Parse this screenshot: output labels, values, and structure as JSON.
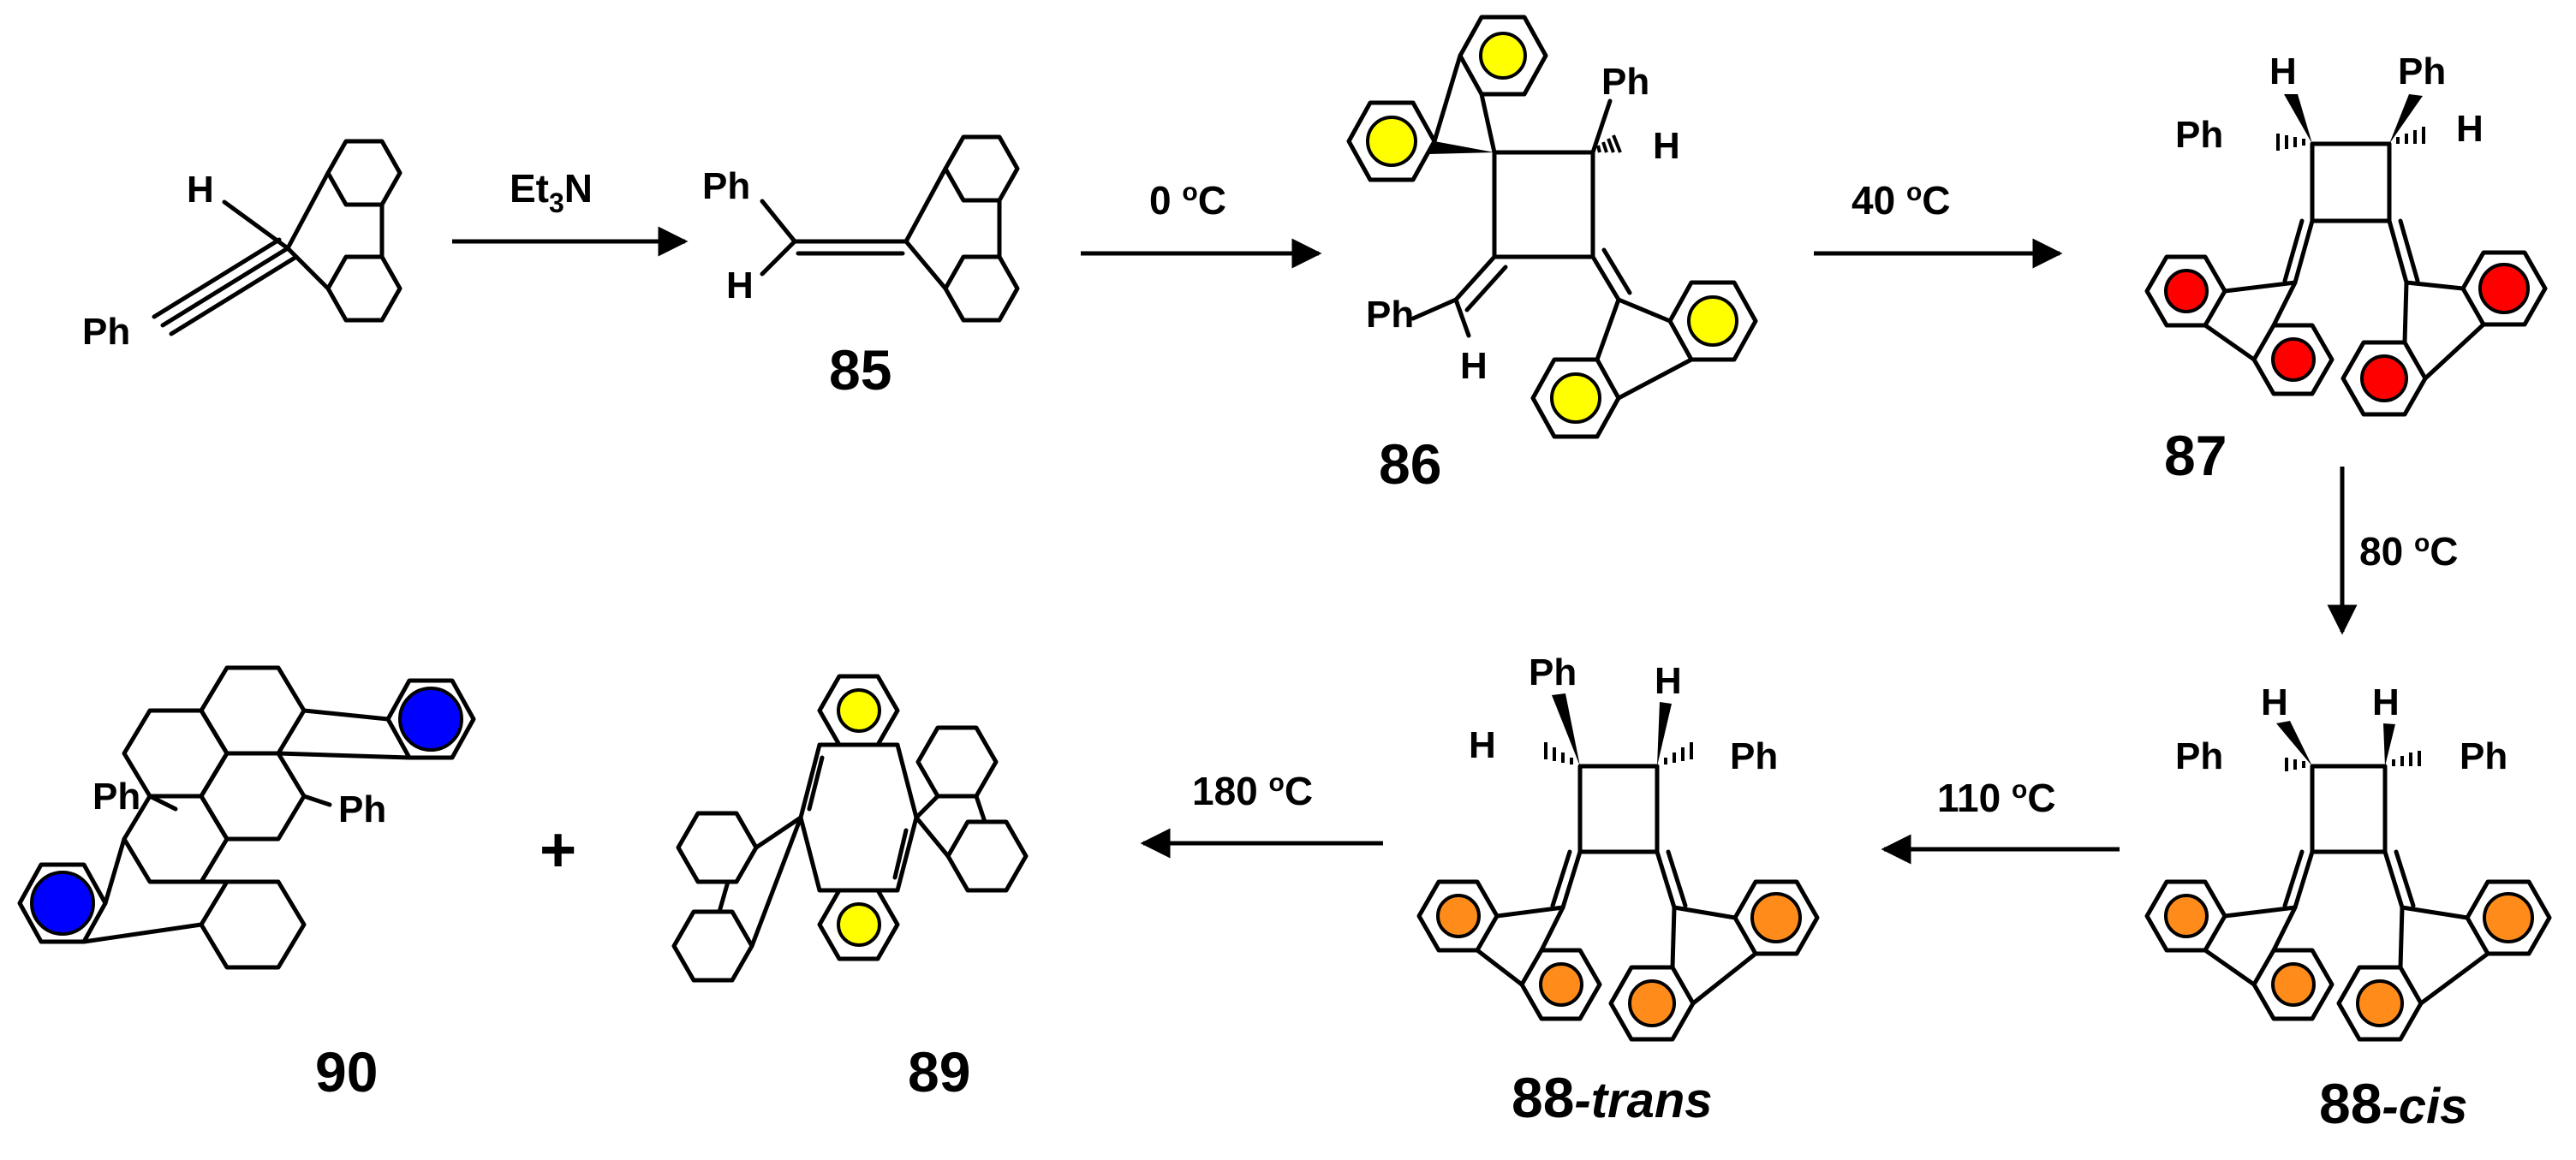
{
  "colors": {
    "yellow": "#ffff00",
    "red": "#ff0000",
    "orange": "#ff8c1a",
    "blue": "#0000ff",
    "line": "#000000"
  },
  "atoms": {
    "ph": "Ph",
    "h": "H",
    "plus": "+"
  },
  "conditions": {
    "step1_base": "Et",
    "step1_sub": "3",
    "step1_n": "N",
    "step2_temp": "0 ",
    "step3_temp": "40 ",
    "step4_temp": "80 ",
    "step5_temp": "110 ",
    "step6_temp": "180 ",
    "deg_sup": "o",
    "unit": "C"
  },
  "compounds": {
    "c85": "85",
    "c86": "86",
    "c87": "87",
    "c88cis_num": "88",
    "c88cis_suffix": "-cis",
    "c88trans_num": "88",
    "c88trans_suffix": "-trans",
    "c89": "89",
    "c90": "90"
  }
}
